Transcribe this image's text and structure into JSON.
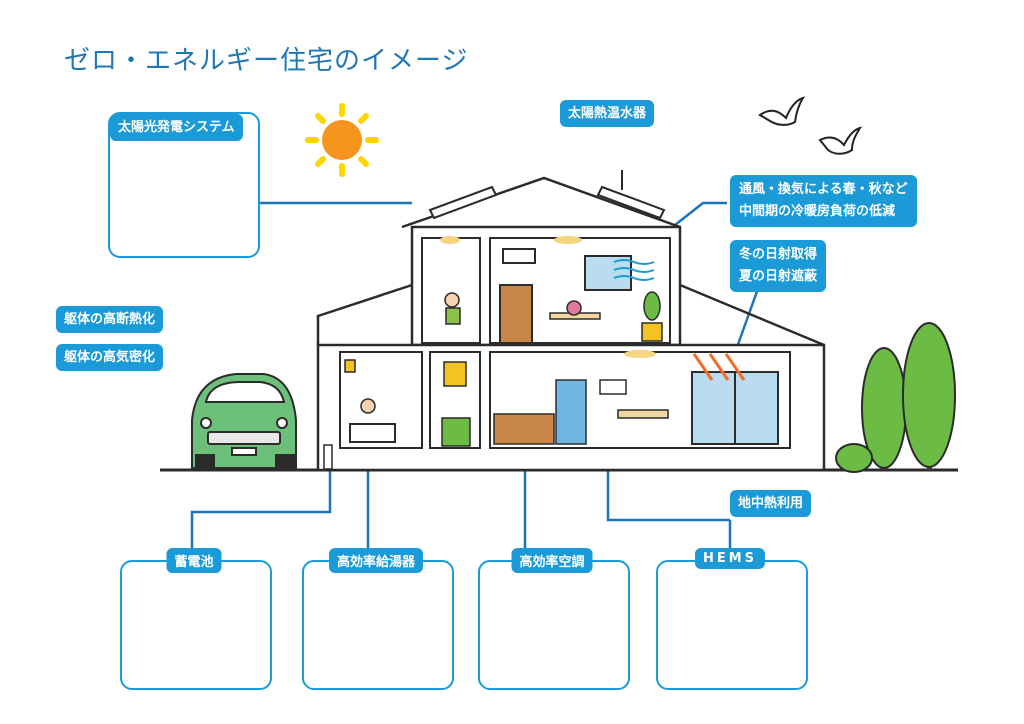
{
  "title": "ゼロ・エネルギー住宅のイメージ",
  "labels": {
    "solar_pv": "太陽光発電システム",
    "solar_water_heater": "太陽熱温水器",
    "ventilation_line1": "通風・換気による春・秋など",
    "ventilation_line2": "中間期の冷暖房負荷の低減",
    "sunlight_line1": "冬の日射取得",
    "sunlight_line2": "夏の日射遮蔽",
    "insulation": "躯体の高断熱化",
    "airtightness": "躯体の高気密化",
    "geothermal": "地中熱利用"
  },
  "equipment": [
    {
      "label": "蓄電池",
      "icon": "storage-battery-icon"
    },
    {
      "label": "高効率給湯器",
      "icon": "water-heater-icon"
    },
    {
      "label": "高効率空調",
      "icon": "air-conditioner-icon"
    },
    {
      "label": "HEMS",
      "icon": "hems-monitor-icon"
    }
  ],
  "colors": {
    "accent": "#1a9ad6",
    "title": "#1f78b4",
    "sun": "#f7941d",
    "tree": "#6cbb45",
    "car": "#6cc07a"
  }
}
